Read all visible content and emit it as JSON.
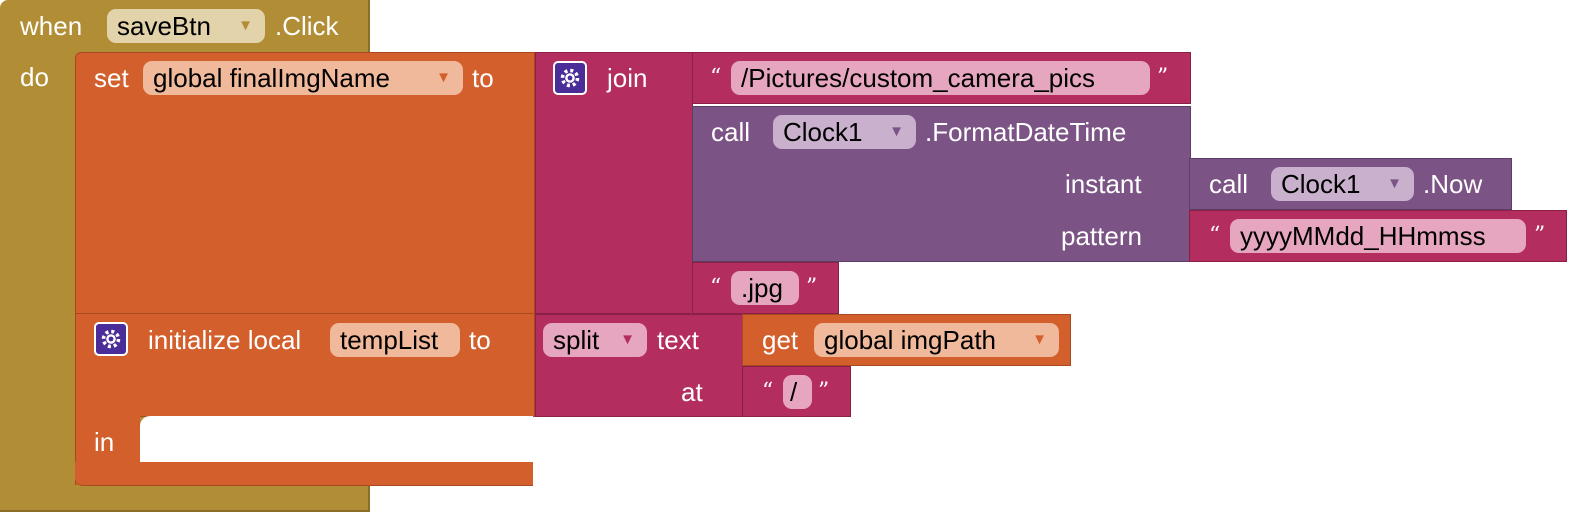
{
  "event_block": {
    "when": "when",
    "component": "saveBtn",
    "event": ".Click",
    "do": "do",
    "colors": {
      "base": "#b18e35",
      "field": "#e2d3ab",
      "dark": "#8a6e26"
    }
  },
  "set_block": {
    "set": "set",
    "variable": "global finalImgName",
    "to": "to",
    "color": "#d25f2c"
  },
  "join_block": {
    "label": "join",
    "color": "#b32d5e",
    "mutator_icon": "gear-icon"
  },
  "strings": {
    "path": "/Pictures/custom_camera_pics",
    "pattern": "yyyyMMdd_HHmmss",
    "ext": ".jpg",
    "separator": "/",
    "open_quote": "“",
    "close_quote": "”"
  },
  "format_block": {
    "call": "call",
    "component": "Clock1",
    "method": ".FormatDateTime",
    "instant": "instant",
    "pattern": "pattern",
    "color": "#7c5385"
  },
  "now_block": {
    "call": "call",
    "component": "Clock1",
    "method": ".Now"
  },
  "init_block": {
    "initialize": "initialize local",
    "name": "tempList",
    "to": "to",
    "in": "in",
    "mutator_icon": "gear-icon"
  },
  "split_block": {
    "operation": "split",
    "text": "text",
    "at": "at"
  },
  "get_block": {
    "get": "get",
    "variable": "global imgPath"
  }
}
